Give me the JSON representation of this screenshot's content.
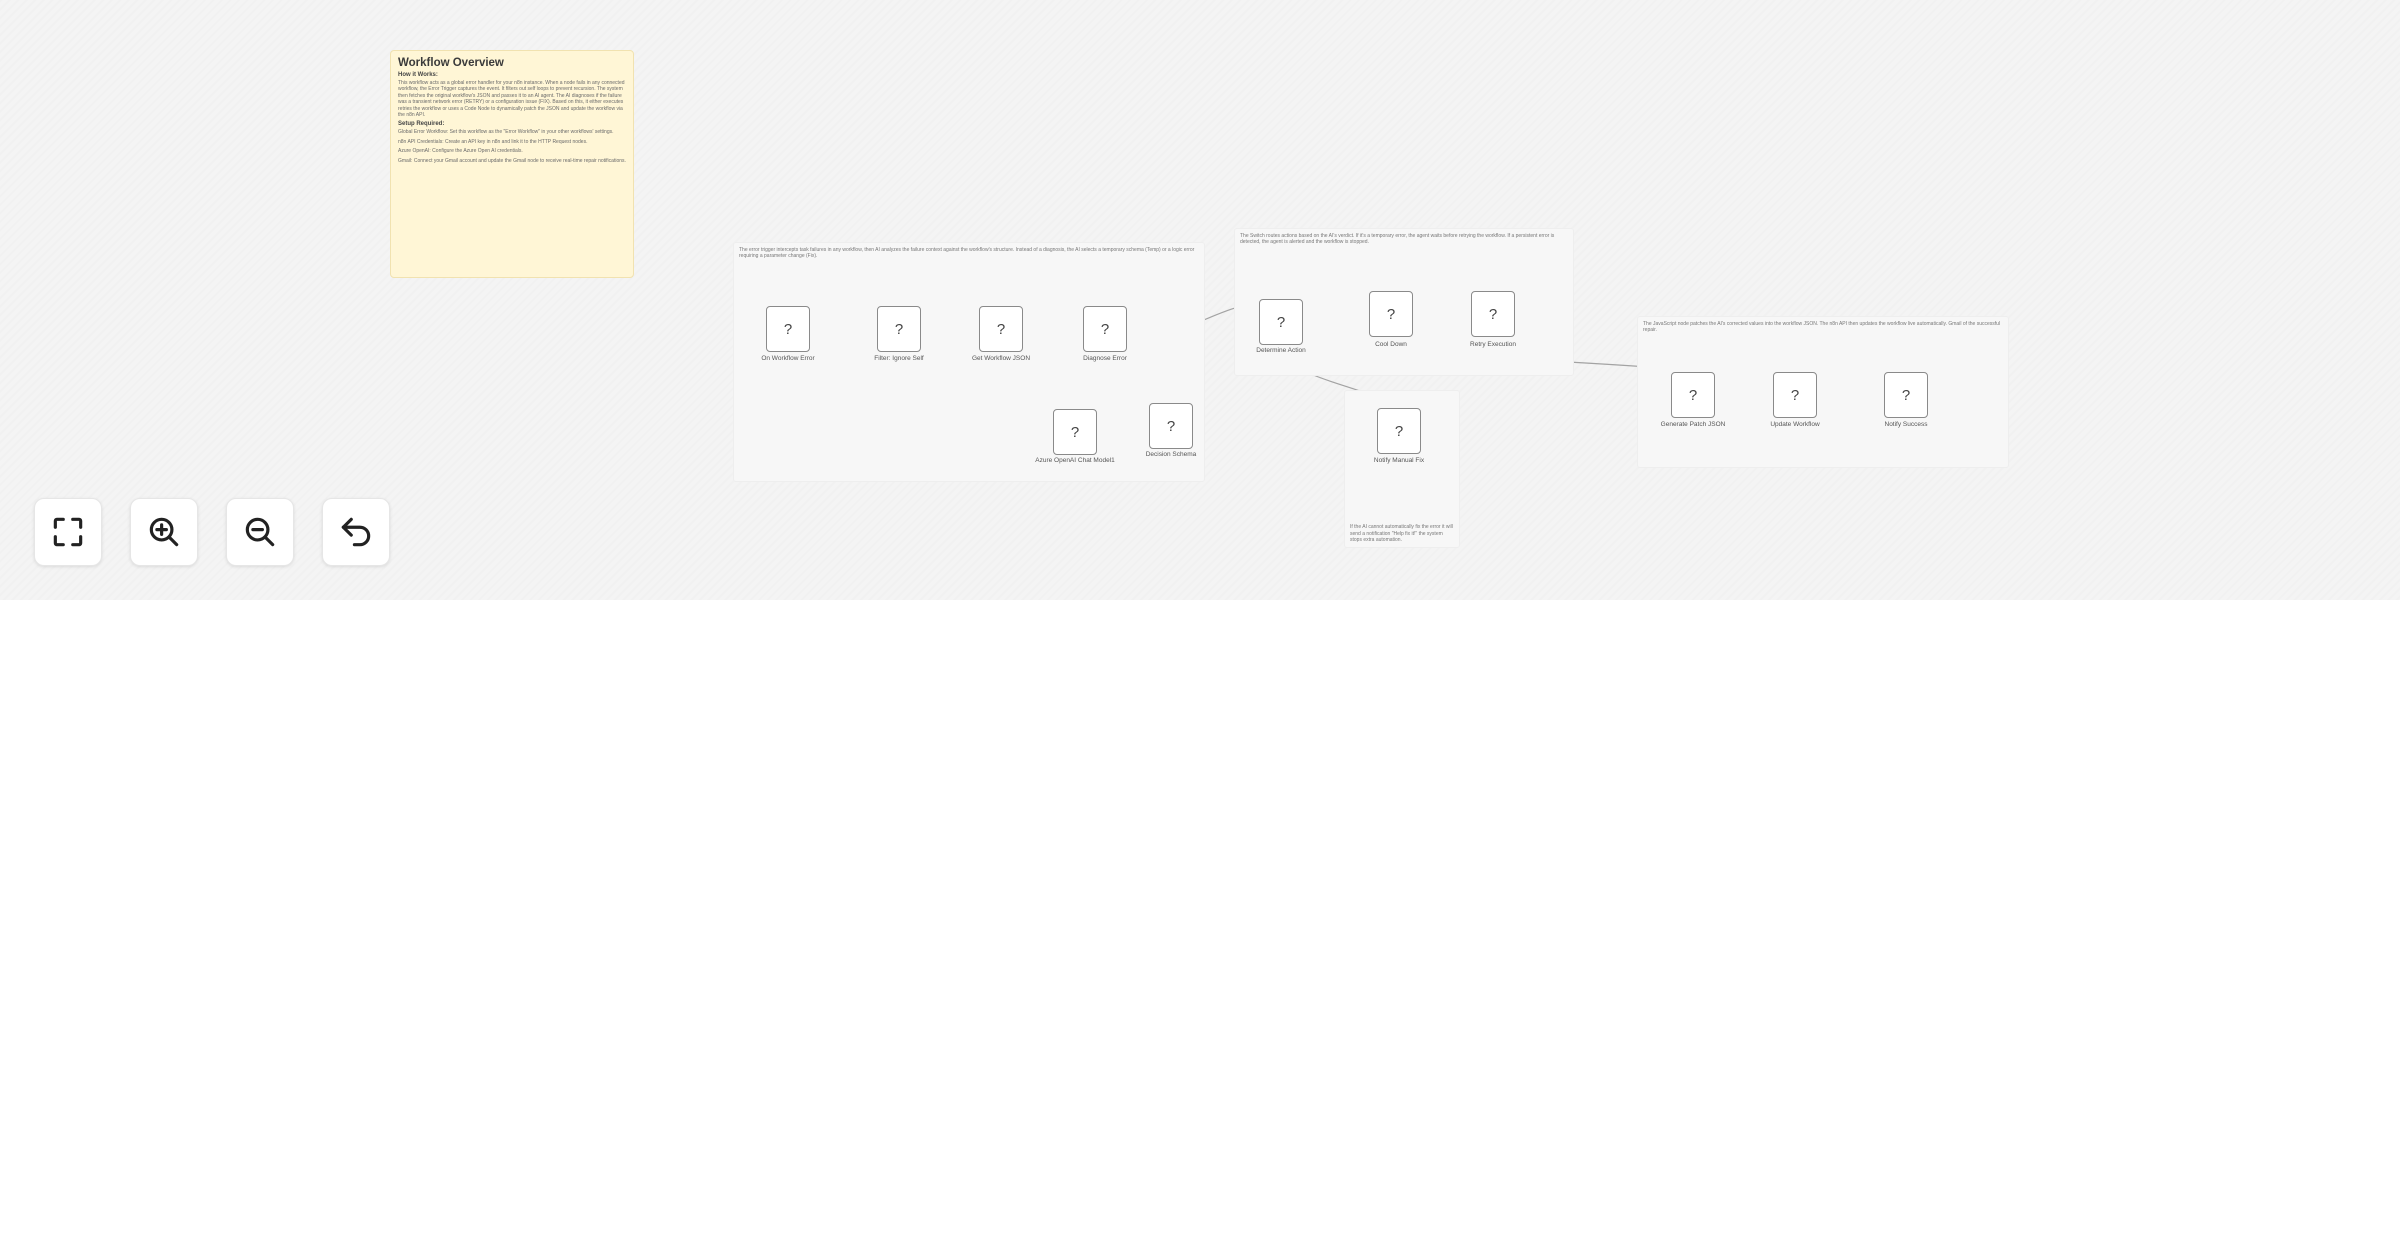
{
  "overview": {
    "title": "Workflow Overview",
    "how_heading": "How it Works:",
    "how_text": "This workflow acts as a global error handler for your n8n instance. When a node fails in any connected workflow, the Error Trigger captures the event. It filters out self loops to prevent recursion. The system then fetches the original workflow's JSON and passes it to an AI agent. The AI diagnoses if the failure was a transient network error (RETRY) or a configuration issue (FIX). Based on this, it either executes retries the workflow or uses a Code Node to dynamically patch the JSON and update the workflow via the n8n API.",
    "setup_heading": "Setup Required:",
    "setup_items": [
      "Global Error Workflow: Set this workflow as the \"Error Workflow\" in your other workflows' settings.",
      "n8n API Credentials: Create an API key in n8n and link it to the HTTP Request nodes.",
      "Azure OpenAI: Configure the Azure Open AI credentials.",
      "Gmail: Connect your Gmail account and update the Gmail node to receive real-time repair notifications."
    ]
  },
  "notes": {
    "group1": "The error trigger intercepts task failures in any workflow, then AI analyzes the failure context against the workflow's structure. Instead of a diagnosis, the AI selects a temporary schema (Temp) or a logic error requiring a parameter change (Fix).",
    "group2": "The Switch routes actions based on the AI's verdict. If it's a temporary error, the agent waits before retrying the workflow. If a persistent error is detected, the agent is alerted and the workflow is stopped.",
    "group3": "The JavaScript node patches the AI's corrected values into the workflow JSON. The n8n API then updates the workflow live automatically. Gmail of the successful repair.",
    "manual": "If the AI cannot automatically fix the error it will send a notification \"Help fix it!\" the system stops extra automation."
  },
  "nodes": [
    {
      "id": "on-workflow-error",
      "icon": "?",
      "label": "On Workflow Error"
    },
    {
      "id": "filter-ignore-self",
      "icon": "?",
      "label": "Filter: Ignore Self"
    },
    {
      "id": "get-workflow-json",
      "icon": "?",
      "label": "Get Workflow JSON"
    },
    {
      "id": "diagnose-error",
      "icon": "?",
      "label": "Diagnose Error"
    },
    {
      "id": "azure-openai-chat-model",
      "icon": "?",
      "label": "Azure OpenAI Chat Model1"
    },
    {
      "id": "decision-schema",
      "icon": "?",
      "label": "Decision Schema"
    },
    {
      "id": "determine-action",
      "icon": "?",
      "label": "Determine Action"
    },
    {
      "id": "cool-down",
      "icon": "?",
      "label": "Cool Down"
    },
    {
      "id": "retry-execution",
      "icon": "?",
      "label": "Retry Execution"
    },
    {
      "id": "notify-manual-fix",
      "icon": "?",
      "label": "Notify Manual Fix"
    },
    {
      "id": "generate-patch-json",
      "icon": "?",
      "label": "Generate Patch JSON"
    },
    {
      "id": "update-workflow",
      "icon": "?",
      "label": "Update Workflow"
    },
    {
      "id": "notify-success",
      "icon": "?",
      "label": "Notify Success"
    }
  ],
  "controls": [
    {
      "id": "fit-view",
      "icon": "fullscreen-icon"
    },
    {
      "id": "zoom-in",
      "icon": "zoom-in-icon"
    },
    {
      "id": "zoom-out",
      "icon": "zoom-out-icon"
    },
    {
      "id": "reset-zoom",
      "icon": "undo-icon"
    }
  ],
  "colors": {
    "canvas": "#f4f4f4",
    "sticky_main": "#fff6d6",
    "sticky": "#f7f7f7",
    "edge": "#9a9a9a"
  }
}
